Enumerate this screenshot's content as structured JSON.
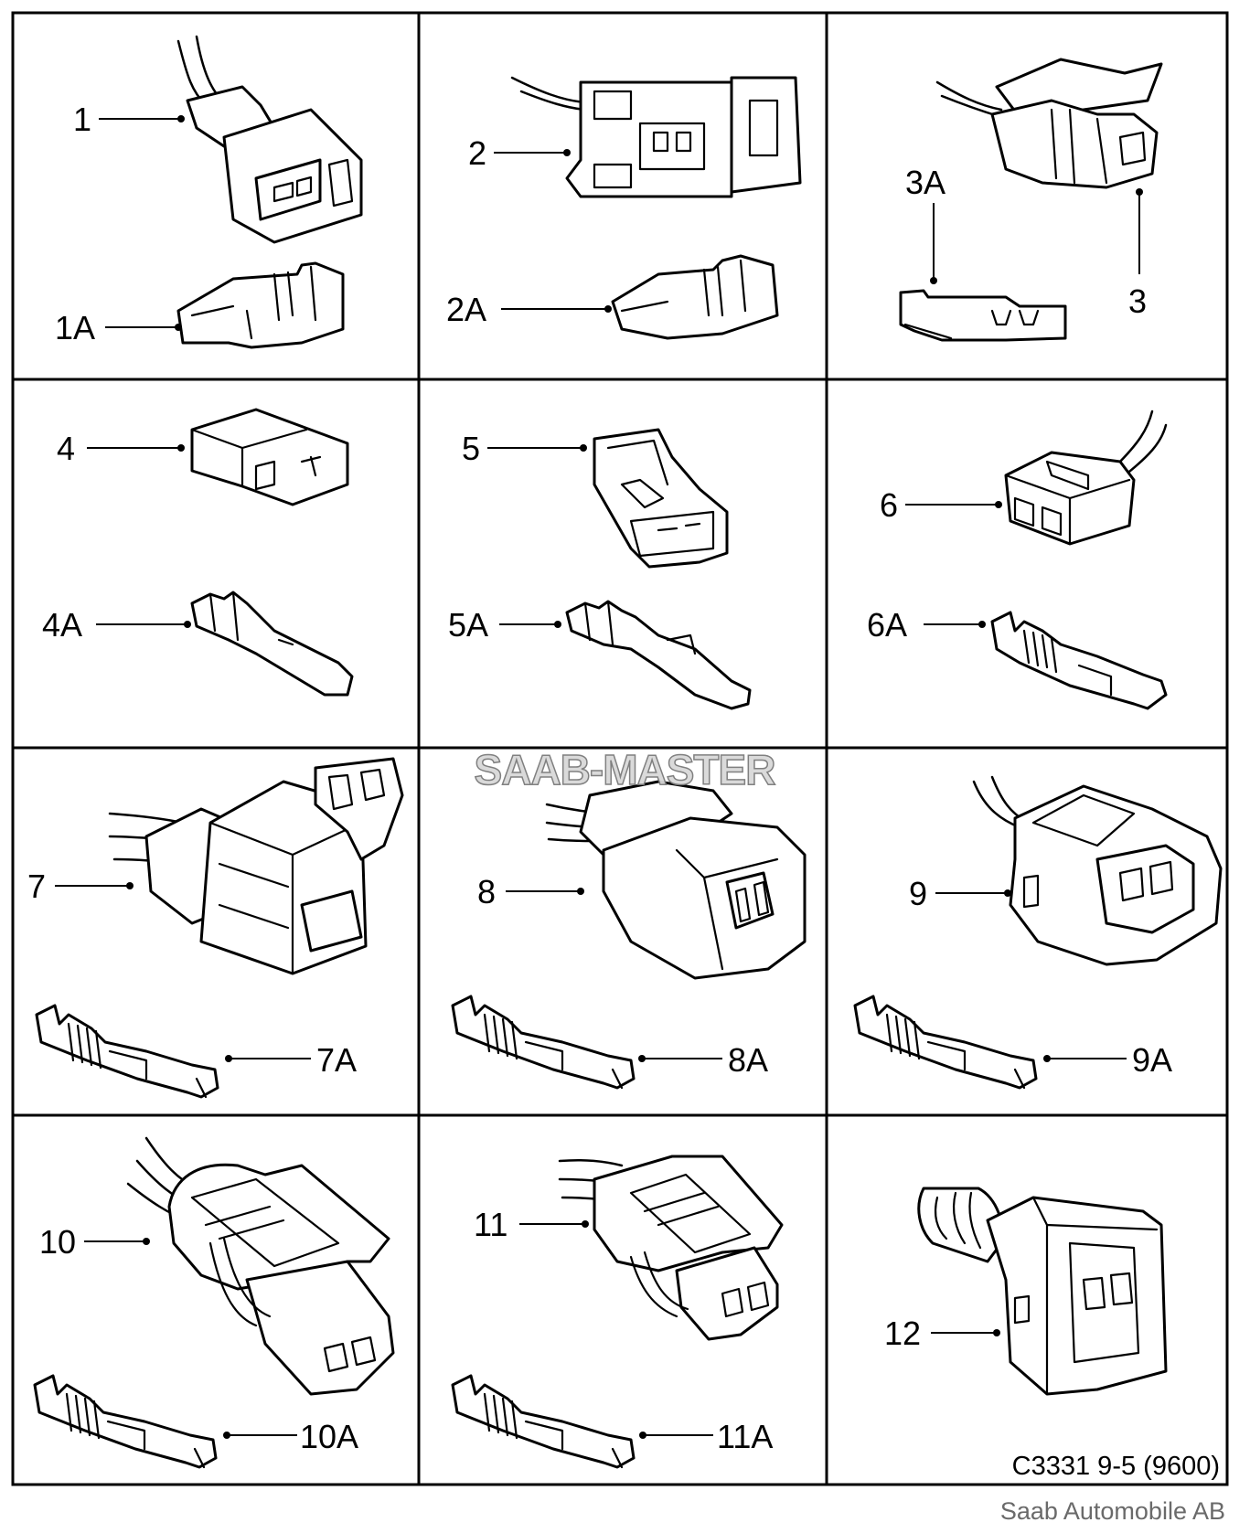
{
  "cells": [
    {
      "labels": [
        "1",
        "1A"
      ]
    },
    {
      "labels": [
        "2",
        "2A"
      ]
    },
    {
      "labels": [
        "3A",
        "3"
      ]
    },
    {
      "labels": [
        "4",
        "4A"
      ]
    },
    {
      "labels": [
        "5",
        "5A"
      ]
    },
    {
      "labels": [
        "6",
        "6A"
      ]
    },
    {
      "labels": [
        "7",
        "7A"
      ]
    },
    {
      "labels": [
        "8",
        "8A"
      ]
    },
    {
      "labels": [
        "9",
        "9A"
      ]
    },
    {
      "labels": [
        "10",
        "10A"
      ]
    },
    {
      "labels": [
        "11",
        "11A"
      ]
    },
    {
      "labels": [
        "12"
      ]
    }
  ],
  "figure_code": "C3331 9-5 (9600)",
  "watermark": "SAAB-MASTER",
  "credit": "Saab Automobile AB"
}
